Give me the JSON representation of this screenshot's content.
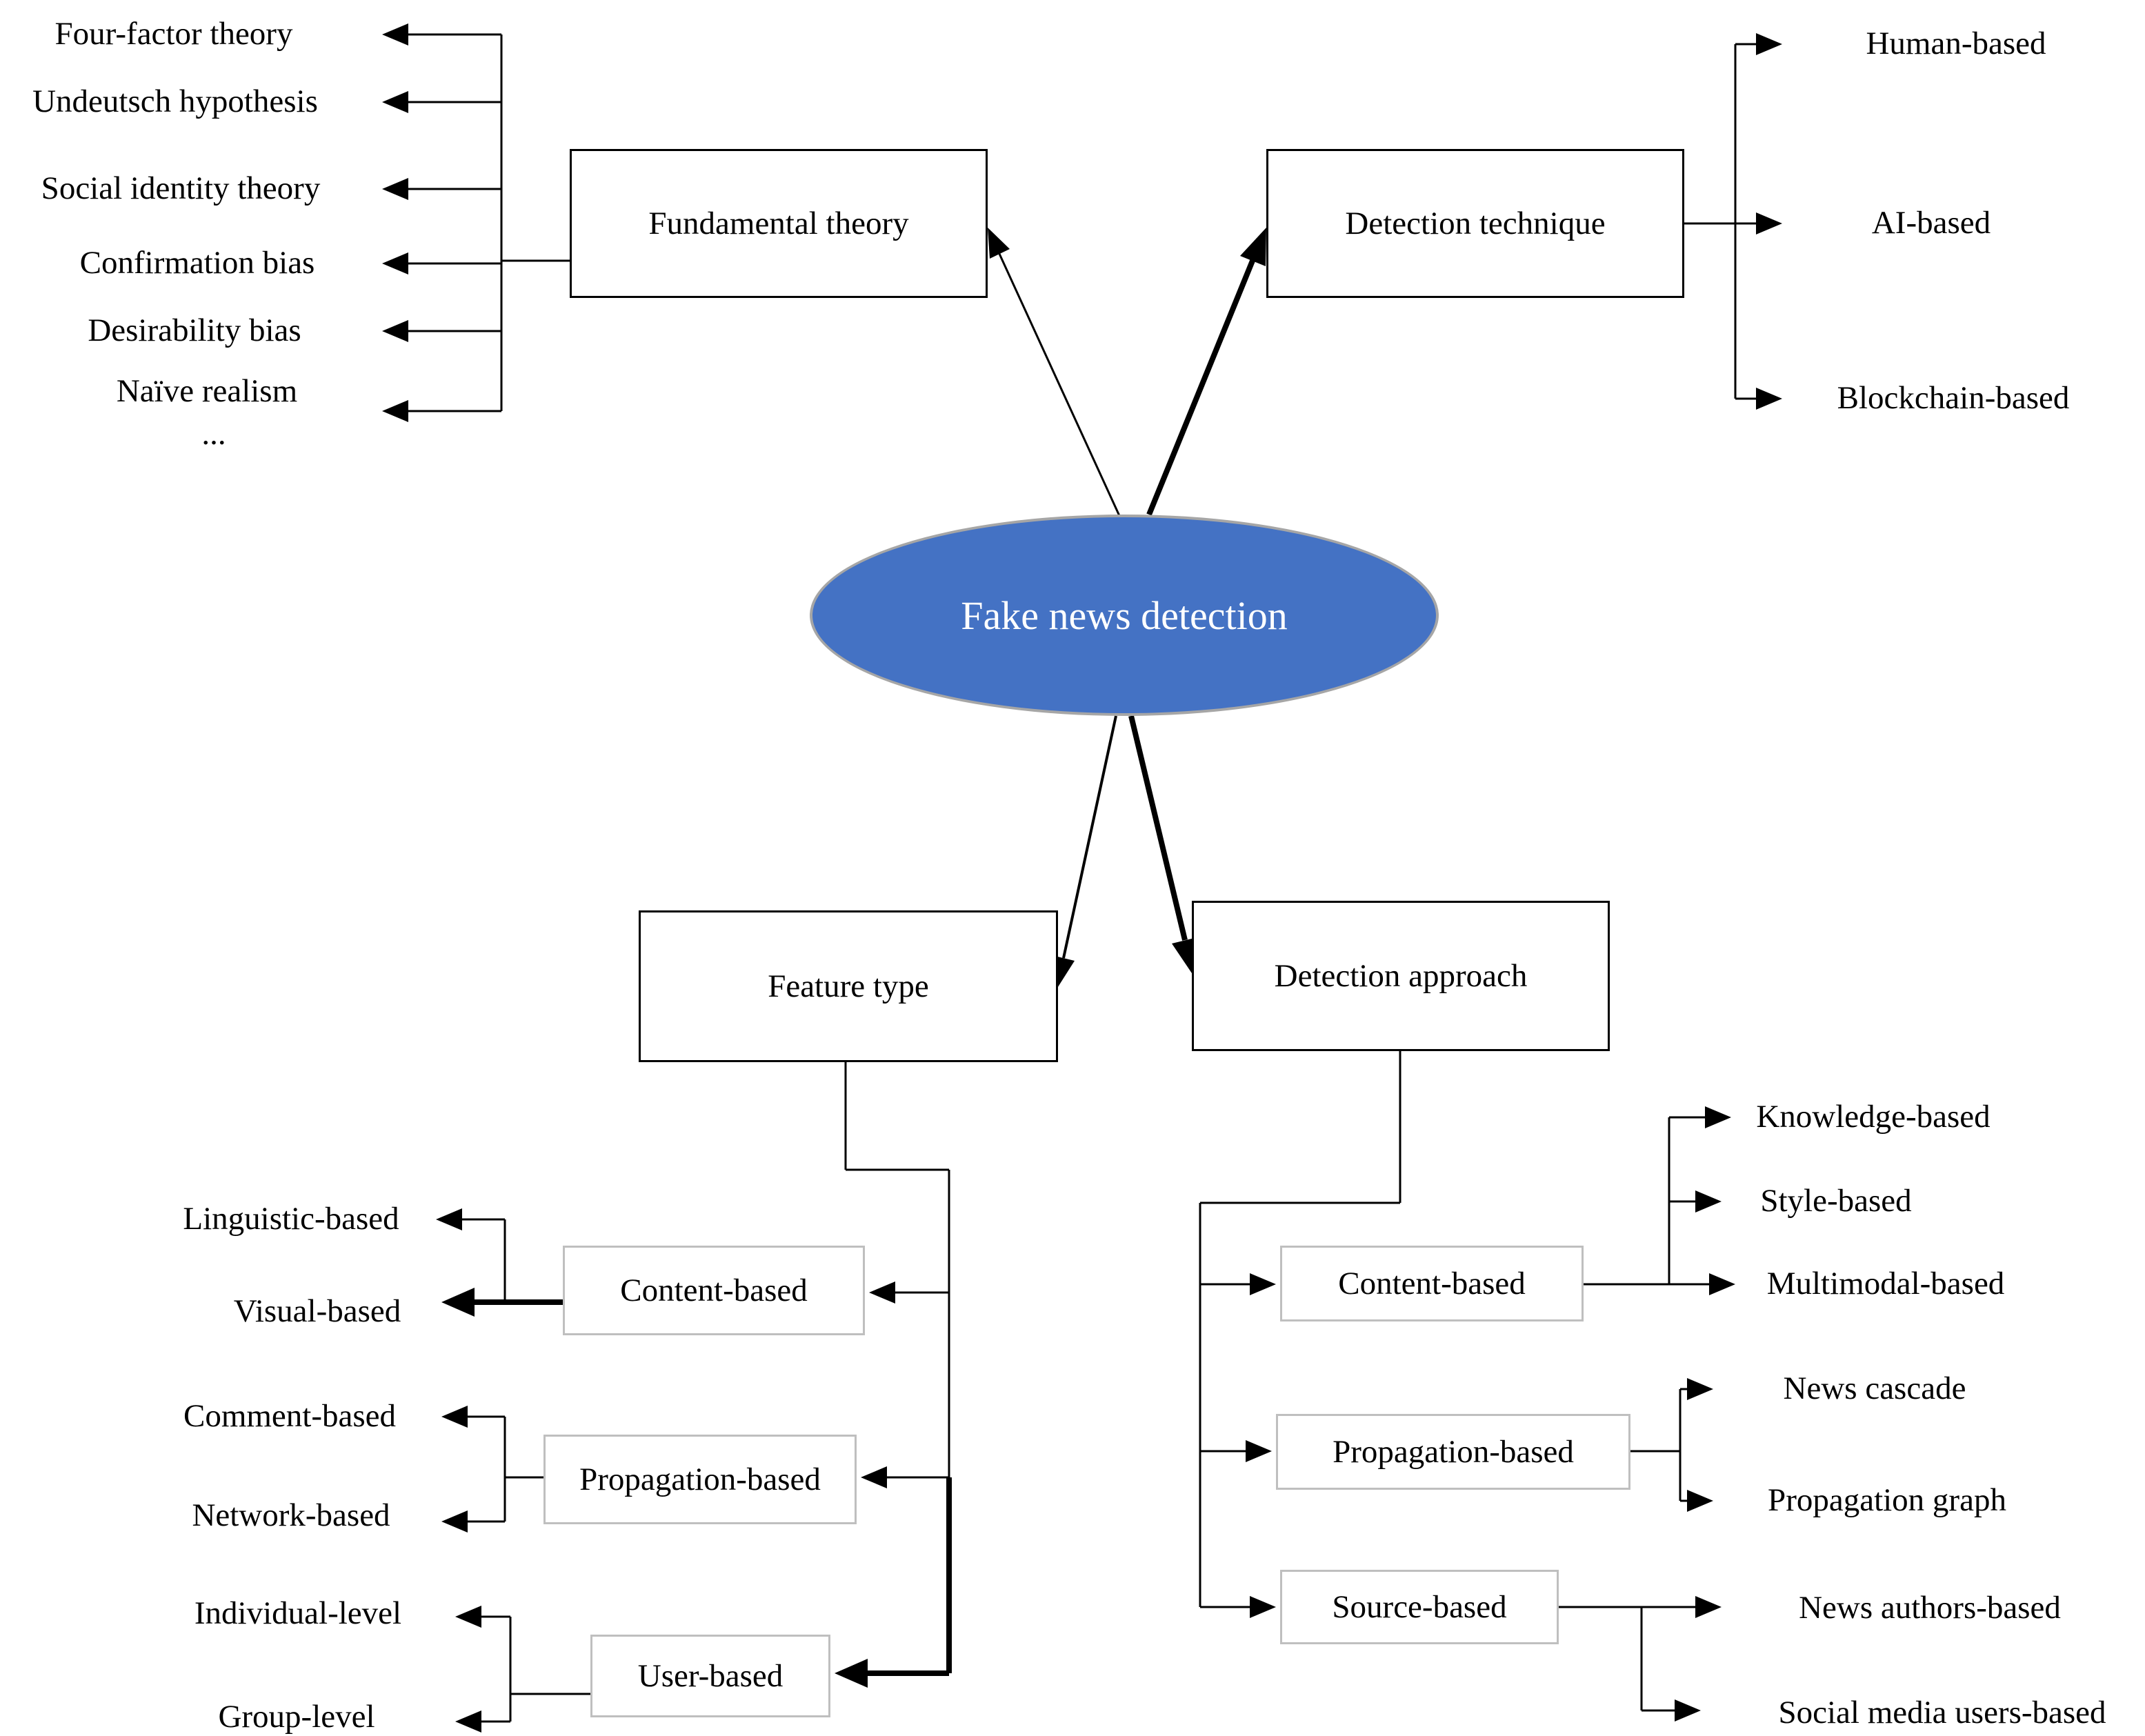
{
  "colors": {
    "ellipse_fill": "#4472C4",
    "ellipse_border": "#A6A6A6",
    "ellipse_text": "#FFFFFF",
    "box_border": "#000000",
    "subbox_border": "#BFBFBF",
    "line": "#000000",
    "text": "#000000"
  },
  "root": {
    "label": "Fake news detection"
  },
  "branches": {
    "fundamental_theory": {
      "label": "Fundamental theory",
      "leaves": [
        "Four-factor theory",
        "Undeutsch hypothesis",
        "Social identity theory",
        "Confirmation bias",
        "Desirability bias",
        "Naïve realism",
        "..."
      ]
    },
    "detection_technique": {
      "label": "Detection technique",
      "leaves": [
        "Human-based",
        "AI-based",
        "Blockchain-based"
      ]
    },
    "feature_type": {
      "label": "Feature type",
      "children": {
        "content_based": {
          "label": "Content-based",
          "leaves": [
            "Linguistic-based",
            "Visual-based"
          ]
        },
        "propagation_based": {
          "label": "Propagation-based",
          "leaves": [
            "Comment-based",
            "Network-based"
          ]
        },
        "user_based": {
          "label": "User-based",
          "leaves": [
            "Individual-level",
            "Group-level"
          ]
        }
      }
    },
    "detection_approach": {
      "label": "Detection approach",
      "children": {
        "content_based": {
          "label": "Content-based",
          "leaves": [
            "Knowledge-based",
            "Style-based",
            "Multimodal-based"
          ]
        },
        "propagation_based": {
          "label": "Propagation-based",
          "leaves": [
            "News cascade",
            "Propagation graph"
          ]
        },
        "source_based": {
          "label": "Source-based",
          "leaves": [
            "News authors-based",
            "Social media users-based"
          ]
        }
      }
    }
  }
}
